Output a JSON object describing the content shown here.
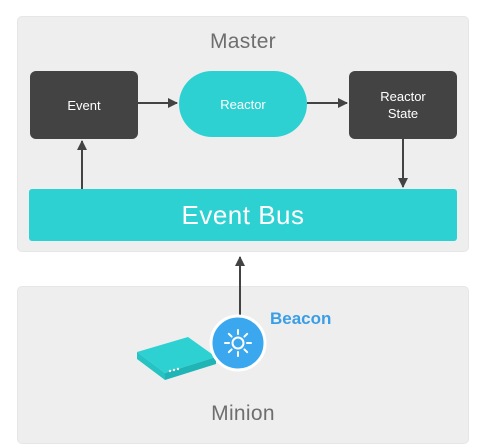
{
  "master": {
    "title": "Master",
    "event_label": "Event",
    "reactor_label": "Reactor",
    "reactor_state_label": "Reactor\nState",
    "event_bus_label": "Event Bus"
  },
  "minion": {
    "title": "Minion",
    "beacon_label": "Beacon",
    "device_icon": "minion-device-icon",
    "beacon_icon": "beacon-sun-icon"
  },
  "colors": {
    "panel_bg": "#eeeeee",
    "dark_box": "#434343",
    "teal": "#2ed1d2",
    "arrow": "#434343",
    "beacon_blue": "#3a9ee6",
    "title_gray": "#6e6e6e"
  }
}
